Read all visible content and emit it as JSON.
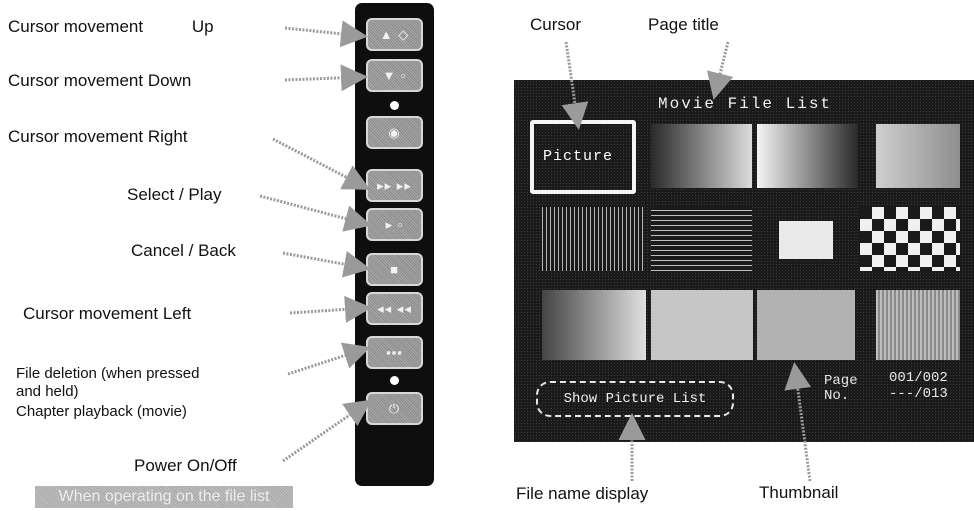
{
  "left_labels": {
    "up_text": "Cursor movement",
    "up_dir": "Up",
    "down": "Cursor movement  Down",
    "right": "Cursor movement  Right",
    "select": "Select / Play",
    "cancel": "Cancel / Back",
    "left": "Cursor movement  Left",
    "file_del_1": "File deletion (when pressed",
    "file_del_2": "and held)",
    "chapter": "Chapter playback (movie)",
    "power": "Power On/Off"
  },
  "remote_buttons": {
    "up": "▲ ◇",
    "down": "▼ ▫",
    "record": "◉",
    "ff": "▸▸ ▸▸",
    "play": "▸ ▫",
    "stop": "■",
    "rew": "◂◂ ◂◂",
    "menu": "▪▪▪",
    "power": "⏻"
  },
  "banner": "When operating on the file list",
  "right_labels": {
    "cursor": "Cursor",
    "page_title": "Page title",
    "file_name_display": "File name display",
    "thumbnail": "Thumbnail"
  },
  "screen": {
    "title": "Movie File List",
    "picture": "Picture",
    "file_name": "Show Picture List",
    "page_1": "Page",
    "page_2": "No.",
    "counter_1": "001/002",
    "counter_2": "---/013"
  },
  "colors": {
    "screen_bg": "#1a1a1a",
    "remote_bg": "#0e0e0e",
    "arrow": "#9a9a9a"
  }
}
